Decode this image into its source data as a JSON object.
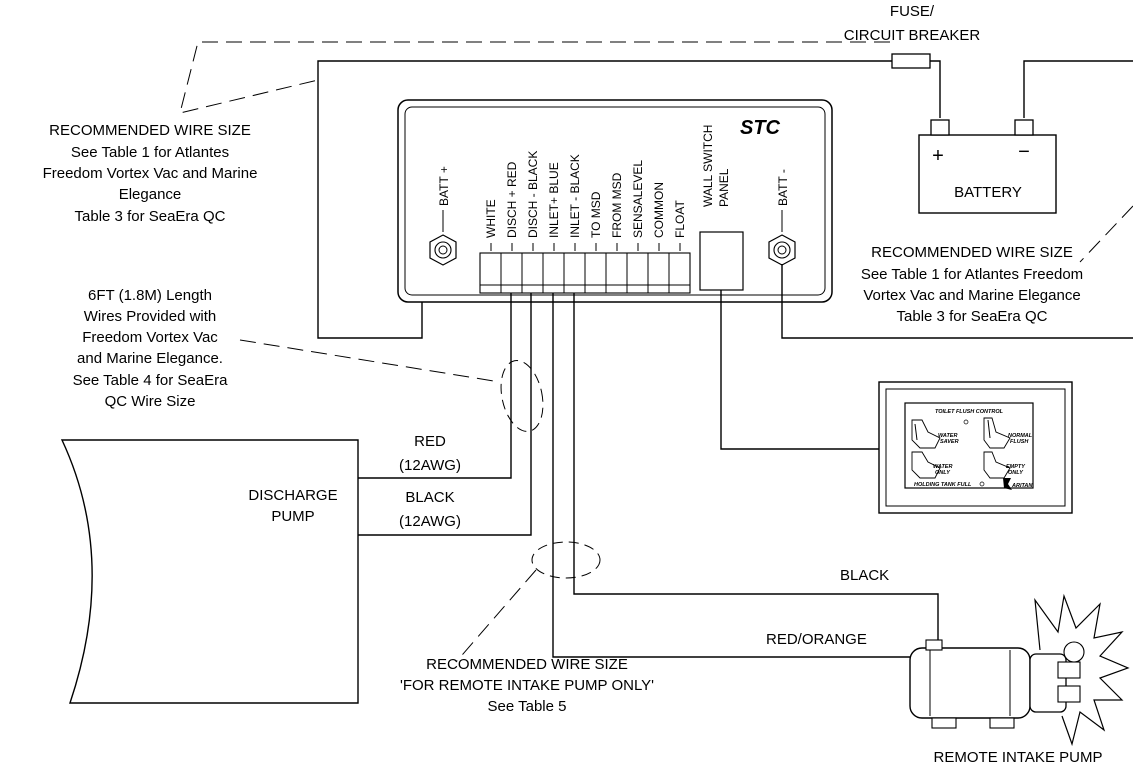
{
  "fuse_label": [
    "FUSE/",
    "CIRCUIT BREAKER"
  ],
  "controller": {
    "name": "STC",
    "batt_plus": "BATT +",
    "batt_minus": "BATT -",
    "wall_switch_label": [
      "WALL SWITCH",
      "PANEL"
    ],
    "terminals": [
      "WHITE",
      "DISCH + RED",
      "DISCH - BLACK",
      "INLET+ BLUE",
      "INLET - BLACK",
      "TO MSD",
      "FROM MSD",
      "SENSALEVEL",
      "COMMON",
      "FLOAT"
    ]
  },
  "battery": {
    "label": "BATTERY",
    "plus": "+",
    "minus": "−"
  },
  "notes": {
    "left_wire_size": [
      "RECOMMENDED WIRE SIZE",
      "See Table 1 for Atlantes",
      "Freedom Vortex Vac and Marine",
      "Elegance",
      "Table 3 for SeaEra QC"
    ],
    "right_wire_size": [
      "RECOMMENDED WIRE SIZE",
      "See Table 1 for Atlantes Freedom",
      "Vortex Vac and Marine Elegance",
      "Table 3 for SeaEra QC"
    ],
    "wire_length": [
      "6FT (1.8M) Length",
      "Wires Provided with",
      "Freedom Vortex Vac",
      "and Marine Elegance.",
      "See Table 4 for SeaEra",
      "QC Wire Size"
    ],
    "remote_wire_size": [
      "RECOMMENDED WIRE SIZE",
      "'FOR REMOTE INTAKE PUMP ONLY'",
      "See Table 5"
    ]
  },
  "discharge_pump": {
    "label": [
      "DISCHARGE",
      "PUMP"
    ],
    "red_wire": [
      "RED",
      "(12AWG)"
    ],
    "black_wire": [
      "BLACK",
      "(12AWG)"
    ]
  },
  "remote_pump": {
    "label": "REMOTE INTAKE PUMP",
    "black_wire": "BLACK",
    "red_orange_wire": "RED/ORANGE"
  },
  "flush_panel": {
    "title": "TOILET FLUSH CONTROL",
    "buttons": [
      [
        "WATER",
        "SAVER"
      ],
      [
        "NORMAL",
        "FLUSH"
      ],
      [
        "WATER",
        "ONLY"
      ],
      [
        "EMPTY",
        "ONLY"
      ]
    ],
    "indicator": "HOLDING TANK FULL",
    "brand": "ARITAN"
  }
}
